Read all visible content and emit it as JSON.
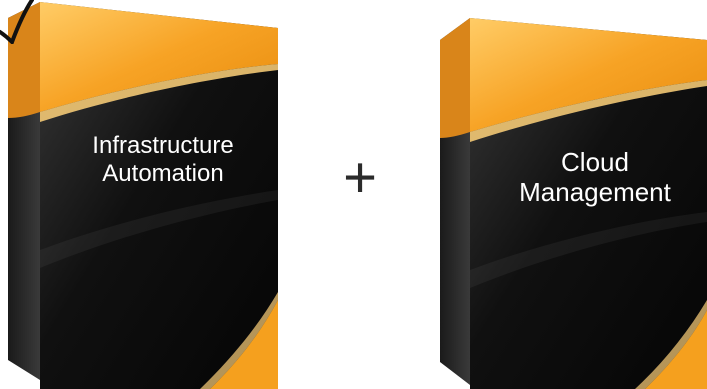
{
  "boxes": [
    {
      "line1": "Infrastructure",
      "line2": "Automation"
    },
    {
      "line1": "Cloud",
      "line2": "Management"
    }
  ],
  "operator": "+",
  "colors": {
    "orange": "#f5a01e",
    "orange_light": "#ffd27a",
    "black": "#141414",
    "side": "#2a2a2a",
    "text": "#ffffff"
  },
  "icons": [
    "check-mark-icon"
  ]
}
